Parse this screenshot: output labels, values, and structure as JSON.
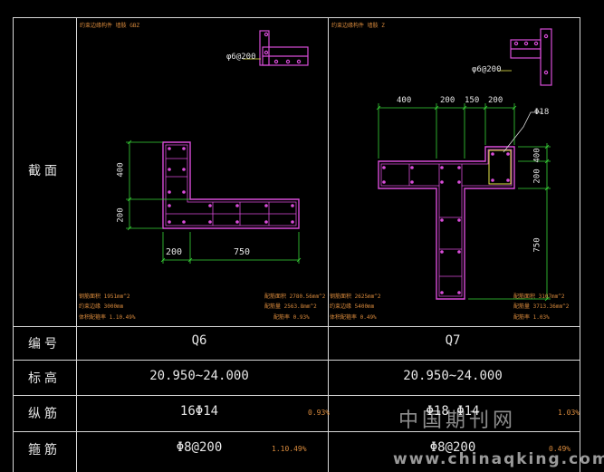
{
  "rows": {
    "section": "截面",
    "id": "编号",
    "elevation": "标高",
    "longitudinal": "纵筋",
    "stirrup": "箍筋"
  },
  "q6": {
    "header_note": "约束边缘构件 墙肢 GBZ",
    "tie_label": "φ6@200",
    "dim_400": "400",
    "dim_200_left": "200",
    "dim_200_bottom": "200",
    "dim_750": "750",
    "note_left_1": "钢筋面积 1951mm^2",
    "note_left_2": "约束边缘 3000mm",
    "note_left_3": "体积配箍率 1.10.49%",
    "note_right_1": "配筋面积 2780.56mm^2",
    "note_right_2": "配筋量 2563.8mm^2",
    "note_right_3": "配筋率 0.93%",
    "id": "Q6",
    "elevation": "20.950~24.000",
    "longitudinal": "16Φ14",
    "longitudinal_ratio": "0.93%",
    "stirrup": "Φ8@200",
    "stirrup_ratio": "1.10.49%"
  },
  "q7": {
    "header_note": "约束边缘构件 墙肢 Z",
    "tie_label": "φ6@200",
    "dim_400": "400",
    "dim_200a": "200",
    "dim_150": "150",
    "dim_200b": "200",
    "dim_side_400": "400",
    "dim_side_200": "200",
    "dim_750": "750",
    "bar_label": "Φ18",
    "note_left_1": "钢筋面积 2625mm^2",
    "note_left_2": "约束边缘 5400mm",
    "note_left_3": "体积配箍率 0.49%",
    "note_right_1": "配筋面积 3107mm^2",
    "note_right_2": "配筋量 3713.36mm^2",
    "note_right_3": "配筋率 1.03%",
    "id": "Q7",
    "elevation": "20.950~24.000",
    "longitudinal": "Φ18 Φ14",
    "longitudinal_ratio": "1.03%",
    "stirrup": "Φ8@200",
    "stirrup_ratio": "0.49%"
  },
  "watermark": {
    "cn": "中国期刊网",
    "url": "www.chinaqking.com"
  },
  "colors": {
    "rebar": "#d94cd9",
    "dimension": "#39d639",
    "note": "#d98a3c",
    "grid": "#d8d8d8",
    "yellow": "#e8e84a"
  }
}
